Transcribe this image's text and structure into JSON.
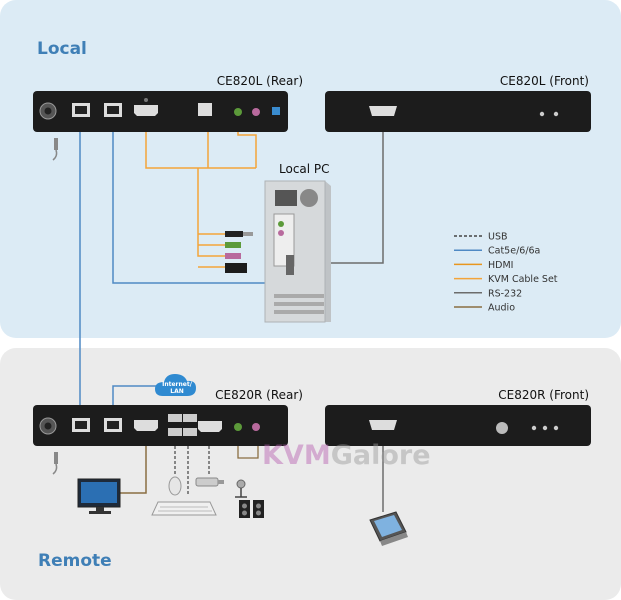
{
  "zones": {
    "local": "Local",
    "remote": "Remote"
  },
  "devices": {
    "local_rear": "CE820L (Rear)",
    "local_front": "CE820L (Front)",
    "remote_rear": "CE820R (Rear)",
    "remote_front": "CE820R (Front)",
    "local_pc": "Local PC"
  },
  "legend": [
    {
      "label": "USB",
      "color": "#444444",
      "style": "dashed"
    },
    {
      "label": "Cat5e/6/6a",
      "color": "#4f89c4",
      "style": "solid"
    },
    {
      "label": "HDMI",
      "color": "#e8961e",
      "style": "solid"
    },
    {
      "label": "KVM Cable Set",
      "color": "#f3a43a",
      "style": "solid"
    },
    {
      "label": "RS-232",
      "color": "#6c6c6c",
      "style": "solid"
    },
    {
      "label": "Audio",
      "color": "#8a6e42",
      "style": "solid"
    }
  ],
  "cloud": {
    "line1": "Internet/",
    "line2": "LAN"
  },
  "watermark": {
    "part1": "KVM",
    "part2": "Galore"
  },
  "colors": {
    "local_bg": "#dcebf5",
    "remote_bg": "#ebebeb",
    "zone_text": "#3f7fb6",
    "device_body": "#1c1c1c",
    "cat_line": "#4f89c4",
    "hdmi_line": "#e8961e",
    "serial_line": "#6c6c6c"
  }
}
